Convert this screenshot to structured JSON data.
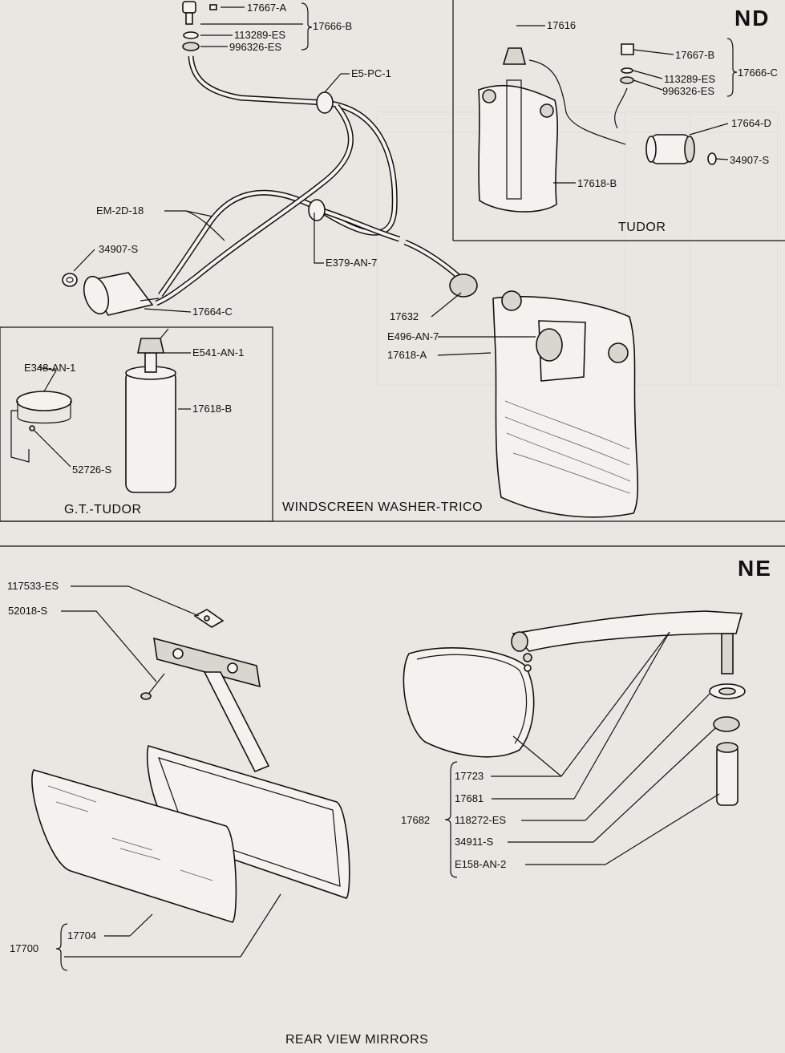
{
  "sections": {
    "nd": {
      "code": "ND",
      "captions": {
        "tudor": "TUDOR",
        "gt_tudor": "G.T.-TUDOR",
        "washer": "WINDSCREEN WASHER-TRICO"
      },
      "labels": {
        "a17667a": "17667-A",
        "a17666b": "17666-B",
        "a113289": "113289-ES",
        "a996326": "996326-ES",
        "e5pc1": "E5-PC-1",
        "em2d18": "EM-2D-18",
        "s34907": "34907-S",
        "e379": "E379-AN-7",
        "c17664": "17664-C",
        "p17632": "17632",
        "e496": "E496-AN-7",
        "a17618": "17618-A",
        "e541": "E541-AN-1",
        "e348": "E348-AN-1",
        "b17618gt": "17618-B",
        "s52726": "52726-S",
        "t17616": "17616",
        "t17667b": "17667-B",
        "t17666c": "17666-C",
        "t113289": "113289-ES",
        "t996326": "996326-ES",
        "t17664d": "17664-D",
        "t34907": "34907-S",
        "t17618b": "17618-B"
      }
    },
    "ne": {
      "code": "NE",
      "caption": "REAR VIEW MIRRORS",
      "labels": {
        "es117533": "117533-ES",
        "s52018": "52018-S",
        "p17723": "17723",
        "p17681": "17681",
        "p17682": "17682",
        "es118272": "118272-ES",
        "s34911": "34911-S",
        "e158": "E158-AN-2",
        "p17700": "17700",
        "p17704": "17704"
      }
    }
  }
}
